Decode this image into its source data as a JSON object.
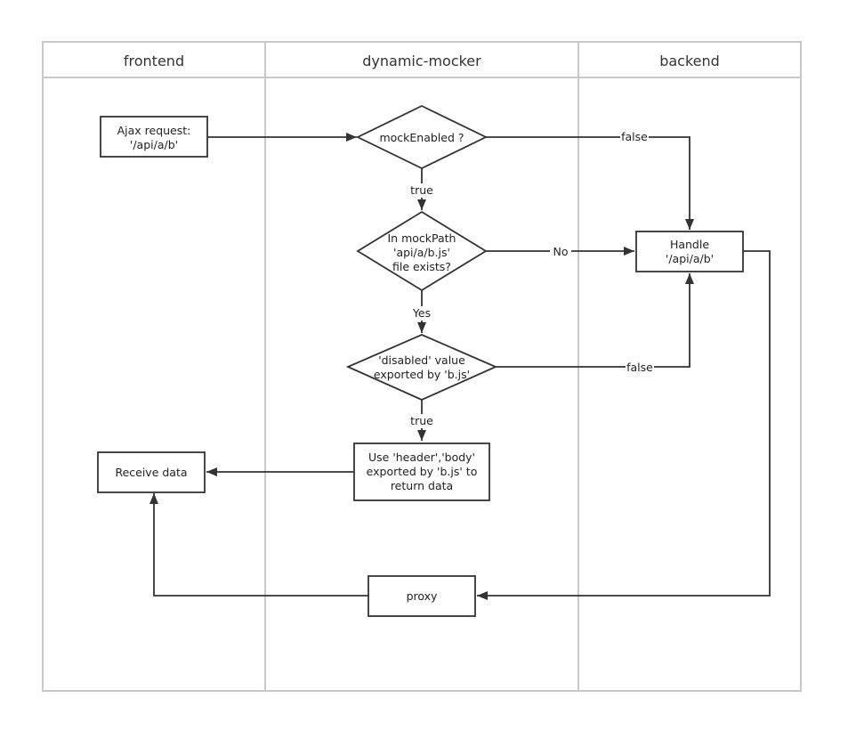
{
  "lanes": {
    "frontend": "frontend",
    "dynamic_mocker": "dynamic-mocker",
    "backend": "backend"
  },
  "nodes": {
    "ajax_request": [
      "Ajax request:",
      "'/api/a/b'"
    ],
    "mock_enabled": [
      "mockEnabled ?"
    ],
    "mockpath_check": [
      "In mockPath",
      "'api/a/b.js'",
      "file exists?"
    ],
    "disabled_check": [
      "'disabled' value",
      "exported by 'b.js'"
    ],
    "use_header_body": [
      "Use 'header','body'",
      "exported by 'b.js' to",
      "return data"
    ],
    "receive_data": [
      "Receive data"
    ],
    "handle": [
      "Handle",
      "'/api/a/b'"
    ],
    "proxy": [
      "proxy"
    ]
  },
  "edge_labels": {
    "mock_false": "false",
    "mock_true": "true",
    "path_no": "No",
    "path_yes": "Yes",
    "disabled_false": "false",
    "disabled_true": "true"
  }
}
